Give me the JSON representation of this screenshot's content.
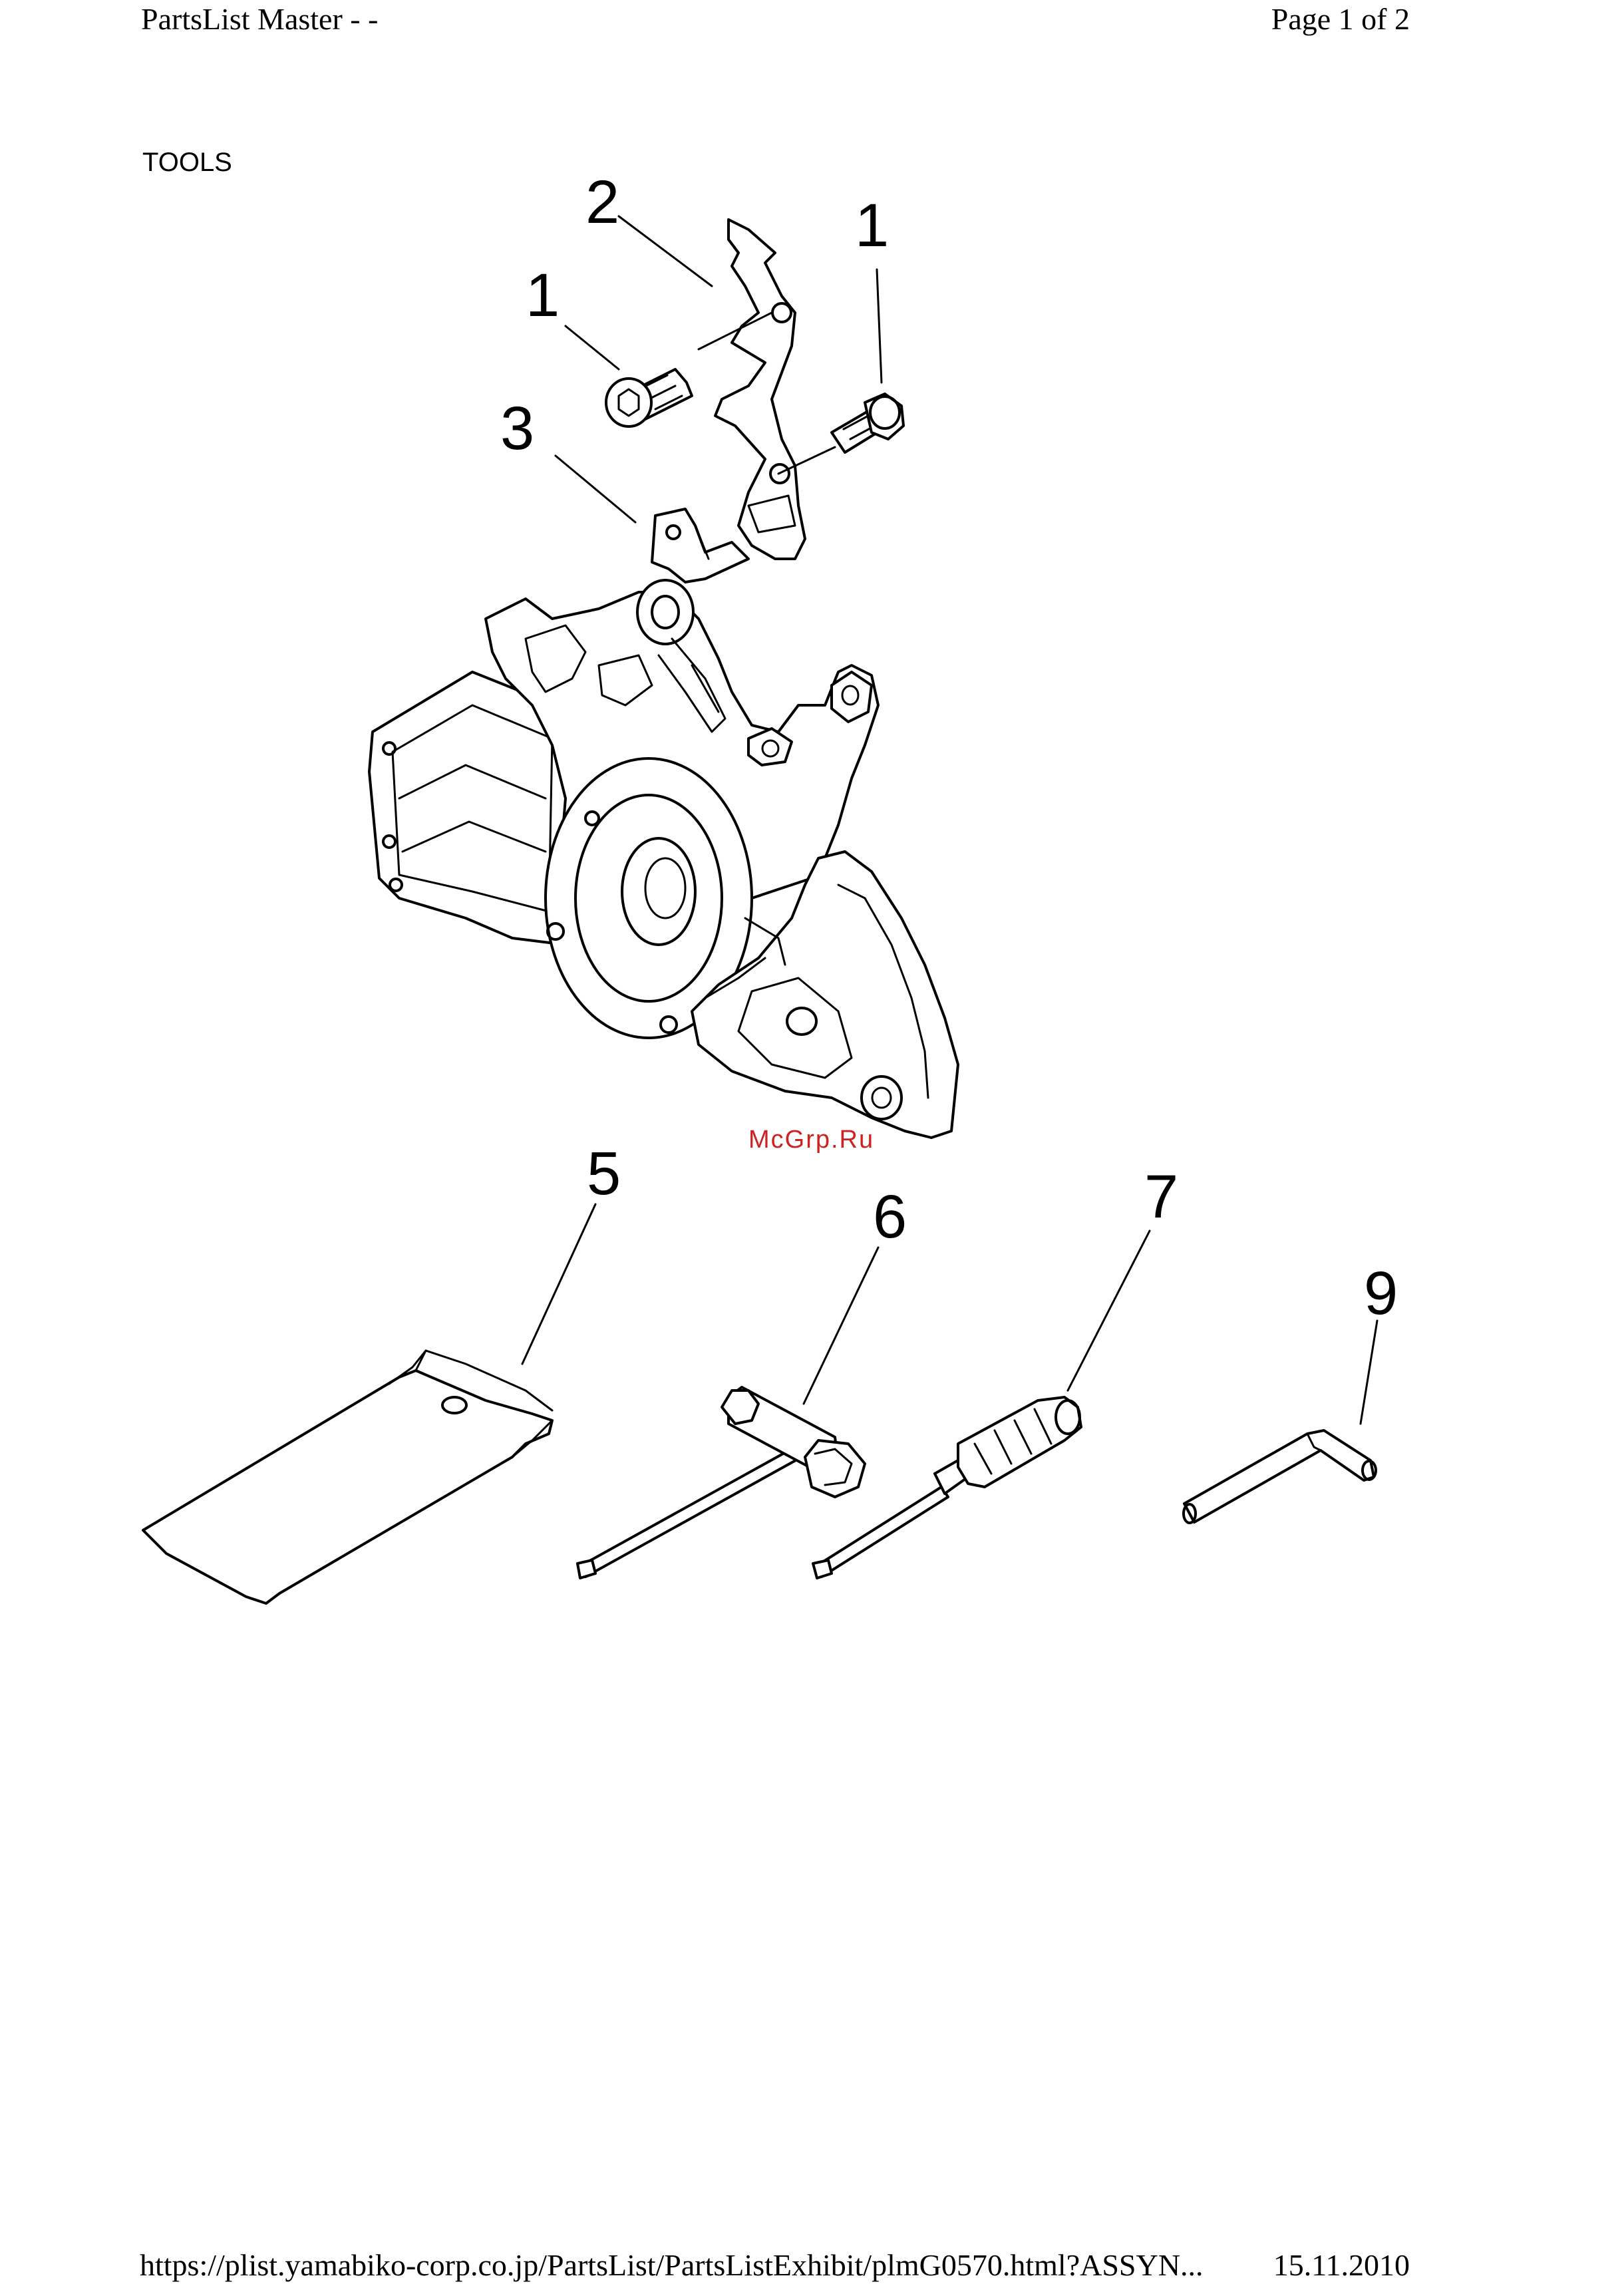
{
  "header": {
    "title": "PartsList Master - -",
    "page": "Page 1 of 2"
  },
  "section_title": "TOOLS",
  "callouts": {
    "c1a": "1",
    "c1b": "1",
    "c2": "2",
    "c3": "3",
    "c5": "5",
    "c6": "6",
    "c7": "7",
    "c9": "9"
  },
  "watermark": "McGrp.Ru",
  "footer": {
    "url": "https://plist.yamabiko-corp.co.jp/PartsList/PartsListExhibit/plmG0570.html?ASSYN...",
    "date": "15.11.2010"
  }
}
